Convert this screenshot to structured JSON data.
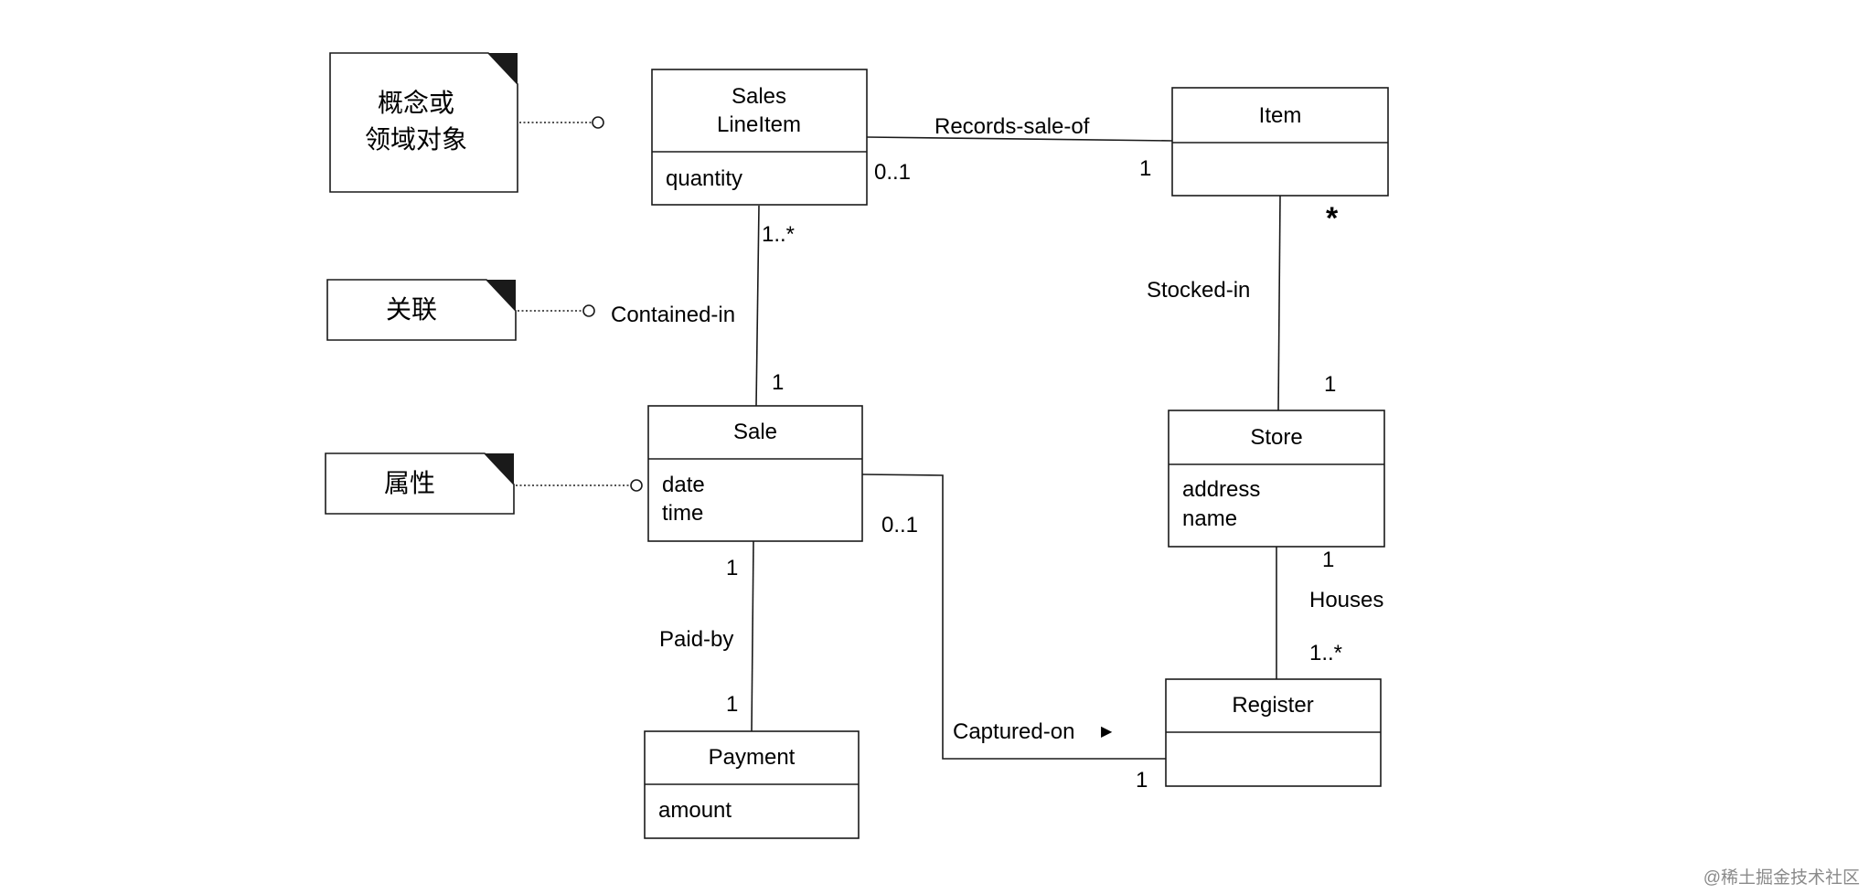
{
  "classes": {
    "sales_line_item": {
      "title_line1": "Sales",
      "title_line2": "LineItem",
      "attributes": [
        "quantity"
      ]
    },
    "item": {
      "title": "Item"
    },
    "sale": {
      "title": "Sale",
      "attributes": [
        "date",
        "time"
      ]
    },
    "store": {
      "title": "Store",
      "attributes": [
        "address",
        "name"
      ]
    },
    "payment": {
      "title": "Payment",
      "attributes": [
        "amount"
      ]
    },
    "register": {
      "title": "Register"
    }
  },
  "notes": {
    "concept": {
      "line1": "概念或",
      "line2": "领域对象"
    },
    "association": {
      "text": "关联"
    },
    "attribute": {
      "text": "属性"
    }
  },
  "associations": {
    "records_sale_of": {
      "name": "Records-sale-of",
      "mult_lineitem": "0..1",
      "mult_item": "1"
    },
    "contained_in": {
      "name": "Contained-in",
      "mult_lineitem": "1..*",
      "mult_sale": "1"
    },
    "stocked_in": {
      "name": "Stocked-in",
      "mult_item": "*",
      "mult_store": "1"
    },
    "paid_by": {
      "name": "Paid-by",
      "mult_sale": "1",
      "mult_payment": "1"
    },
    "captured_on": {
      "name": "Captured-on",
      "direction_marker": "▶",
      "mult_sale": "0..1",
      "mult_register": "1"
    },
    "houses": {
      "name": "Houses",
      "mult_store": "1",
      "mult_register": "1..*"
    }
  },
  "watermark": "@稀土掘金技术社区"
}
